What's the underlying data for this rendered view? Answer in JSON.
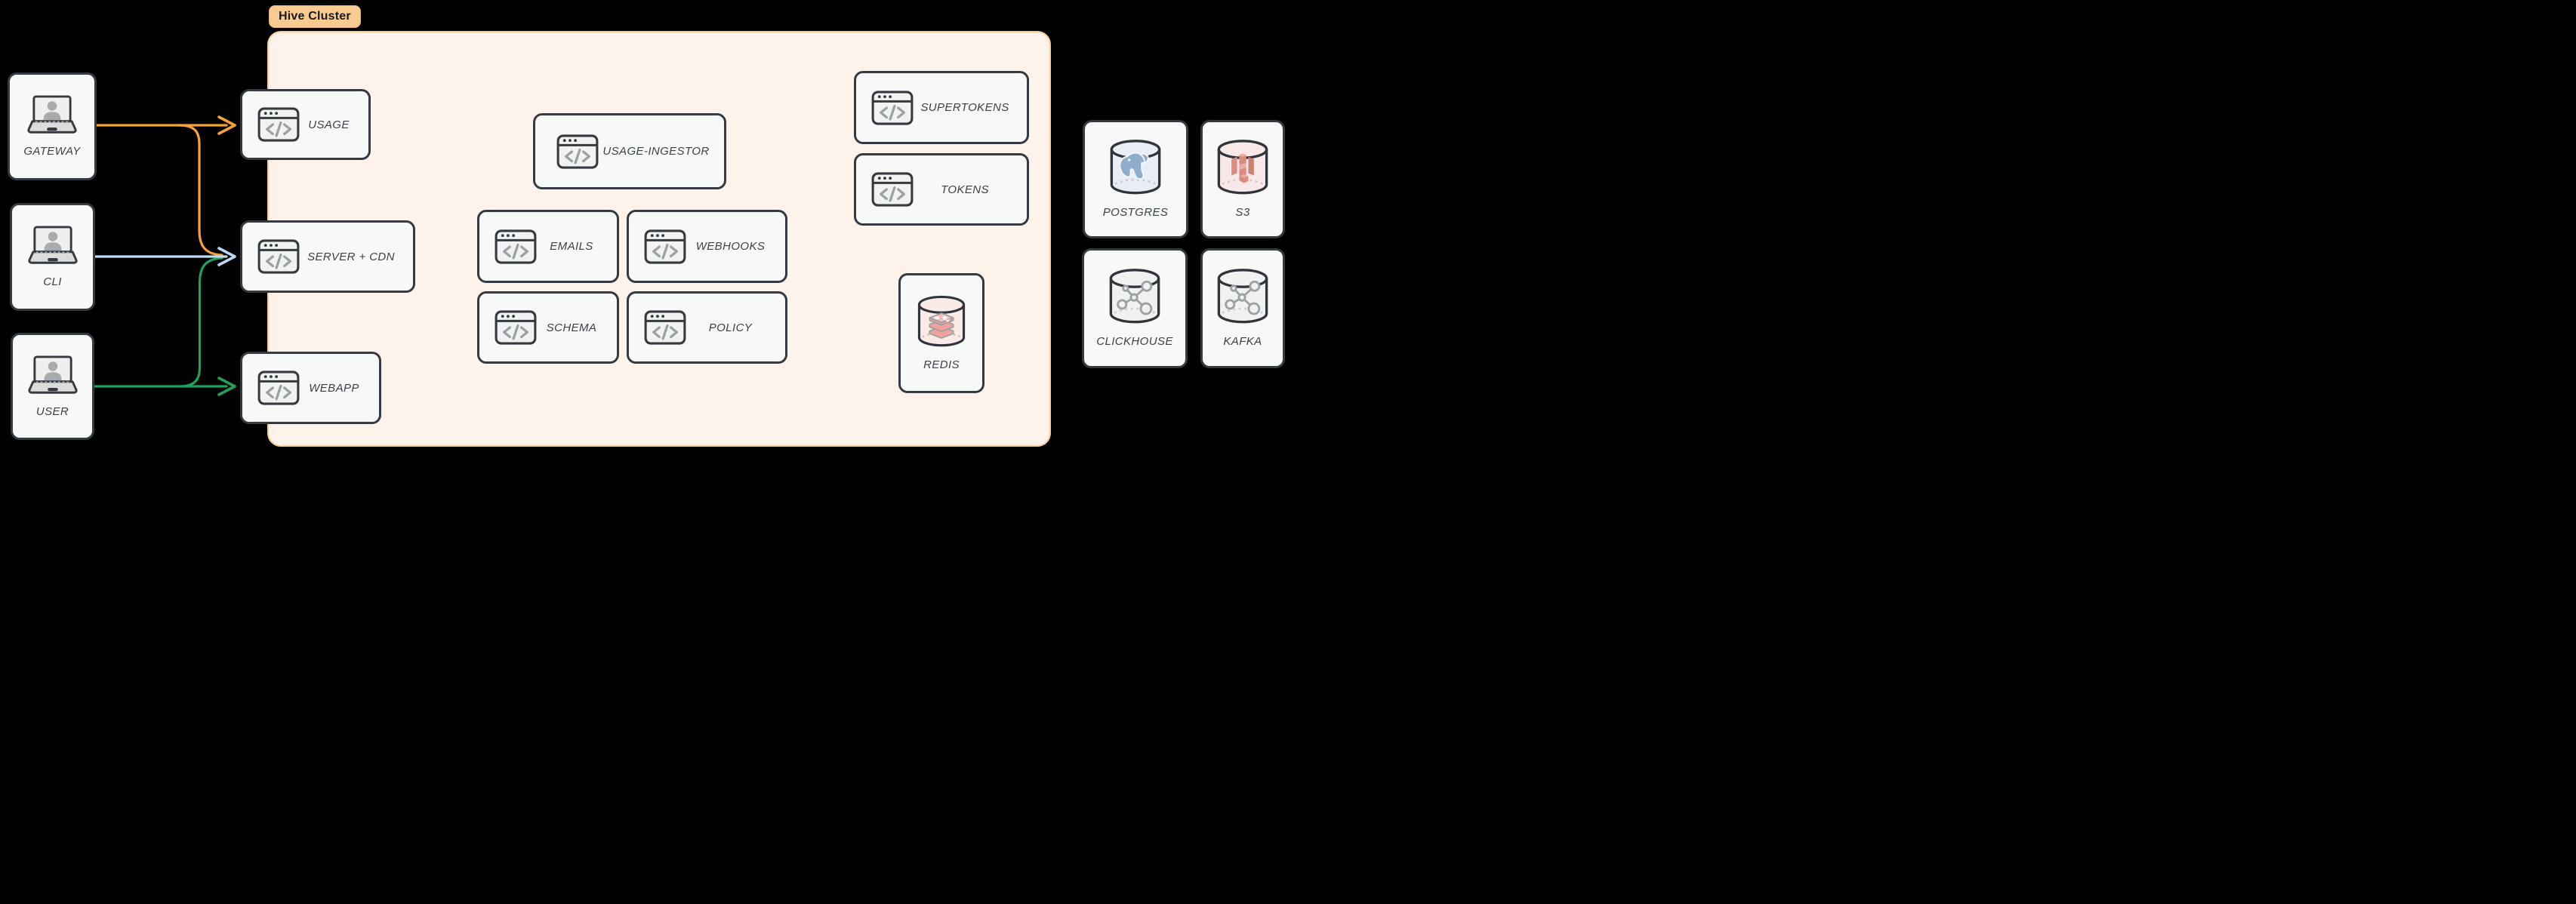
{
  "page": {
    "background": "#000000",
    "canvas": "architecture diagram"
  },
  "badge": {
    "label": "Hive Cluster",
    "fill": "#F8CB90"
  },
  "clients": [
    {
      "label": "GATEWAY",
      "icon": "laptop-user-icon"
    },
    {
      "label": "CLI",
      "icon": "laptop-user-icon"
    },
    {
      "label": "USER",
      "icon": "laptop-user-icon"
    }
  ],
  "cluster": {
    "services": [
      {
        "label": "USAGE",
        "icon": "code-window-icon"
      },
      {
        "label": "SERVER + CDN",
        "icon": "code-window-icon"
      },
      {
        "label": "WEBAPP",
        "icon": "code-window-icon"
      },
      {
        "label": "USAGE-INGESTOR",
        "icon": "code-window-icon"
      },
      {
        "label": "EMAILS",
        "icon": "code-window-icon"
      },
      {
        "label": "WEBHOOKS",
        "icon": "code-window-icon"
      },
      {
        "label": "SCHEMA",
        "icon": "code-window-icon"
      },
      {
        "label": "POLICY",
        "icon": "code-window-icon"
      },
      {
        "label": "SUPERTOKENS",
        "icon": "code-window-icon"
      },
      {
        "label": "TOKENS",
        "icon": "code-window-icon"
      }
    ],
    "datastores": [
      {
        "label": "REDIS",
        "icon": "redis-cylinder-icon"
      }
    ]
  },
  "external": [
    {
      "label": "POSTGRES",
      "icon": "postgres-cylinder-icon"
    },
    {
      "label": "S3",
      "icon": "s3-cylinder-icon"
    },
    {
      "label": "CLICKHOUSE",
      "icon": "molecule-cylinder-icon"
    },
    {
      "label": "KAFKA",
      "icon": "molecule-cylinder-icon"
    }
  ],
  "connections": [
    {
      "from": "GATEWAY",
      "to": "USAGE",
      "color": "#F7A13B"
    },
    {
      "from": "GATEWAY",
      "to": "SERVER + CDN",
      "color": "#F7A13B"
    },
    {
      "from": "CLI",
      "to": "SERVER + CDN",
      "color": "#BCD9F5"
    },
    {
      "from": "USER",
      "to": "SERVER + CDN",
      "color": "#1FA05B"
    },
    {
      "from": "USER",
      "to": "WEBAPP",
      "color": "#1FA05B"
    }
  ],
  "colors": {
    "arrow_orange": "#F7A13B",
    "arrow_blue": "#BCD9F5",
    "arrow_green": "#1FA05B",
    "node_border": "#343A40",
    "node_fill": "#F7F8F8",
    "cluster_fill": "#FDF3EA",
    "cluster_border": "#F6CD9B"
  }
}
